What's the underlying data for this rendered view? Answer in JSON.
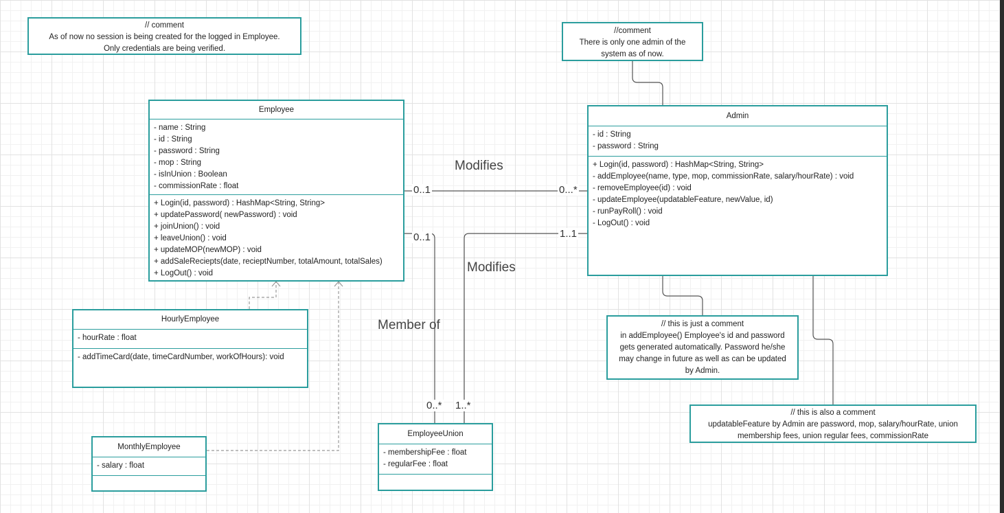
{
  "notes": {
    "session": {
      "lines": [
        "// comment",
        "As of now no session is being created for the logged in Employee.",
        "Only credentials are being verified."
      ]
    },
    "admin_only": {
      "lines": [
        "//comment",
        "There is only one admin of the",
        "system as of now."
      ]
    },
    "add_employee": {
      "lines": [
        "// this is just a comment",
        "in addEmployee() Employee's id and password",
        "gets generated automatically. Password he/she",
        "may change in future as well as can be updated",
        "by Admin."
      ]
    },
    "updatable_feature": {
      "lines": [
        "// this is also a comment",
        "updatableFeature by Admin are password, mop, salary/hourRate, union",
        "membership fees, union regular fees, commissionRate"
      ]
    }
  },
  "classes": {
    "employee": {
      "name": "Employee",
      "attributes": [
        "-  name : String",
        "-  id : String",
        "-  password : String",
        "-  mop : String",
        "-  isInUnion : Boolean",
        "-  commissionRate : float"
      ],
      "methods": [
        "+  Login(id, password) : HashMap<String, String>",
        "+  updatePassword( newPassword) : void",
        "+  joinUnion() : void",
        "+  leaveUnion() : void",
        "+  updateMOP(newMOP) : void",
        "+  addSaleReciepts(date, recieptNumber, totalAmount, totalSales)",
        "+  LogOut() : void"
      ]
    },
    "admin": {
      "name": "Admin",
      "attributes": [
        "-  id : String",
        "-  password : String"
      ],
      "methods": [
        "+  Login(id, password) : HashMap<String, String>",
        "-  addEmployee(name, type, mop, commissionRate, salary/hourRate) : void",
        "-  removeEmployee(id) : void",
        "-  updateEmployee(updatableFeature, newValue, id)",
        "-  runPayRoll() : void",
        "-  LogOut() : void"
      ]
    },
    "hourly": {
      "name": "HourlyEmployee",
      "attributes": [
        "-  hourRate : float"
      ],
      "methods": [
        "-  addTimeCard(date, timeCardNumber, workOfHours): void"
      ]
    },
    "monthly": {
      "name": "MonthlyEmployee",
      "attributes": [
        "-  salary : float"
      ],
      "methods": []
    },
    "union": {
      "name": "EmployeeUnion",
      "attributes": [
        "-  membershipFee : float",
        "-  regularFee : float"
      ],
      "methods": []
    }
  },
  "relations": {
    "modifies_top": {
      "label": "Modifies",
      "left_mult": "0..1",
      "right_mult": "0...*"
    },
    "modifies_union": {
      "label": "Modifies",
      "admin_mult": "1..1",
      "union_mult": "1..*"
    },
    "member_of": {
      "label": "Member of",
      "employee_mult": "0..1",
      "union_mult": "0..*"
    }
  },
  "colors": {
    "border": "#2a9d9d",
    "connector": "#555555",
    "inherit": "#999999"
  }
}
